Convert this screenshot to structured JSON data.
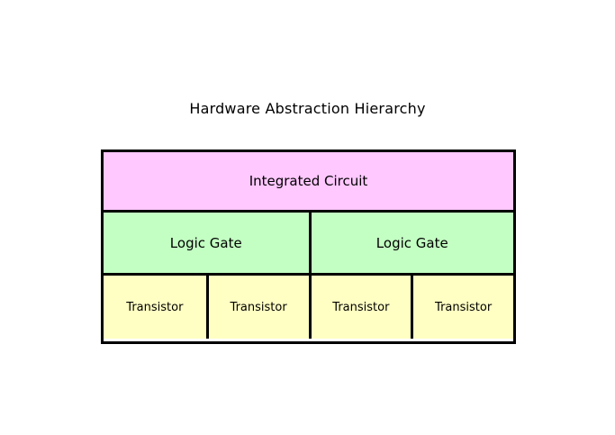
{
  "diagram": {
    "title": "Hardware Abstraction Hierarchy",
    "background_color": "#ffffff",
    "border_color": "#000000",
    "levels": [
      {
        "name": "integrated-circuit",
        "fill_color": "#ffc8ff",
        "cells": [
          {
            "label": "Integrated Circuit"
          }
        ]
      },
      {
        "name": "logic-gate",
        "fill_color": "#c3ffc3",
        "cells": [
          {
            "label": "Logic Gate"
          },
          {
            "label": "Logic Gate"
          }
        ]
      },
      {
        "name": "transistor",
        "fill_color": "#ffffc3",
        "cells": [
          {
            "label": "Transistor"
          },
          {
            "label": "Transistor"
          },
          {
            "label": "Transistor"
          },
          {
            "label": "Transistor"
          }
        ]
      }
    ]
  }
}
